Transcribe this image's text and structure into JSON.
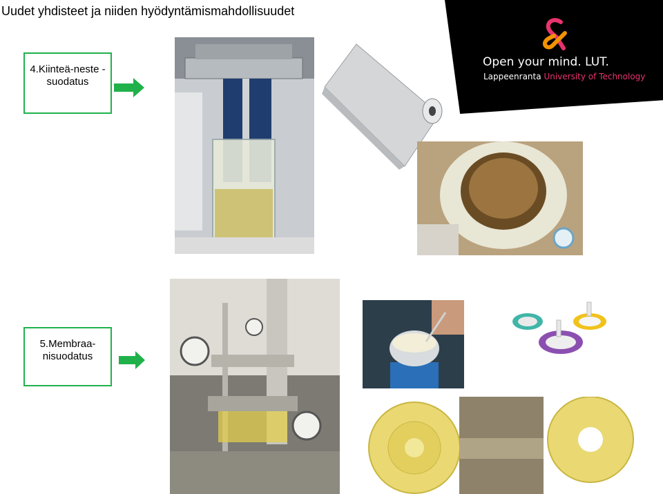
{
  "slide": {
    "title": "Uudet yhdisteet ja niiden hyödyntämismahdollisuudet",
    "steps": [
      {
        "label": "4.Kiinteä-neste - suodatus"
      },
      {
        "label": "5.Membraa-nisuodatus"
      }
    ]
  },
  "logo": {
    "slogan": "Open your mind. LUT.",
    "university_part1": "Lappeenranta",
    "university_part2": "University of Technology"
  },
  "colors": {
    "arrow_green": "#20b14a",
    "logo_pink": "#e8336e",
    "logo_orange": "#f39200"
  }
}
